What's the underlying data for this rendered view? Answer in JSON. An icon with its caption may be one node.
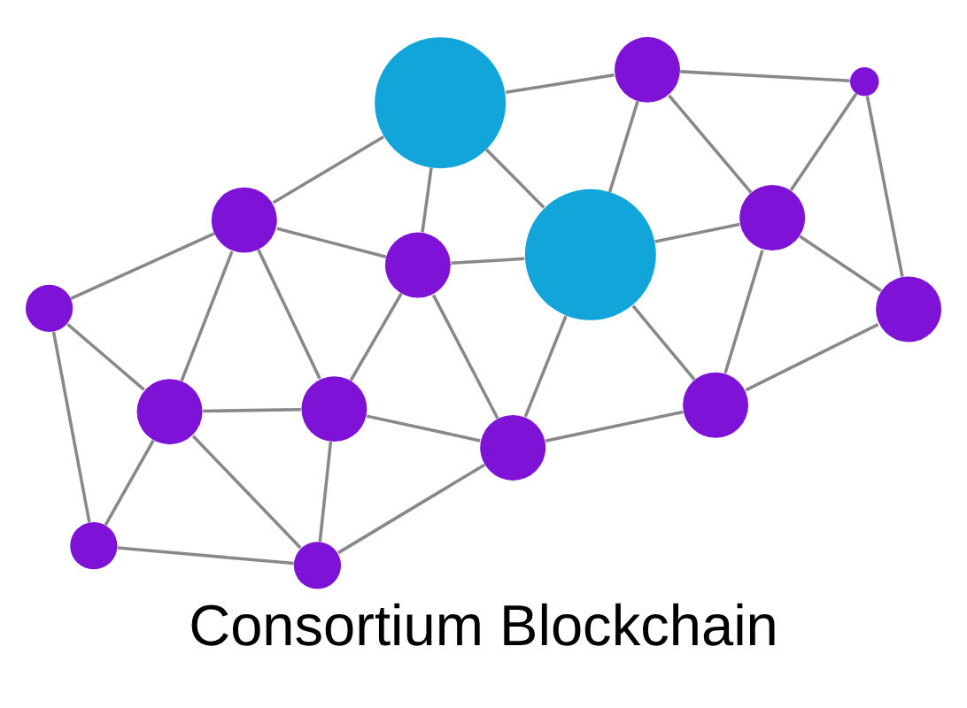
{
  "diagram": {
    "title": "Consortium Blockchain",
    "nodes": [
      {
        "text": [],
        "shape": "circle"
      },
      {
        "text": [],
        "shape": "circle"
      },
      {
        "text": [],
        "shape": "circle"
      },
      {
        "text": [],
        "shape": "circle"
      },
      {
        "text": [],
        "shape": "circle"
      },
      {
        "text": [],
        "shape": "circle"
      },
      {
        "text": [],
        "shape": "circle"
      },
      {
        "text": [],
        "shape": "circle"
      },
      {
        "text": [],
        "shape": "circle"
      },
      {
        "text": [],
        "shape": "circle"
      },
      {
        "text": [],
        "shape": "circle"
      },
      {
        "text": [],
        "shape": "circle"
      },
      {
        "text": [],
        "shape": "circle"
      },
      {
        "text": [],
        "shape": "circle"
      },
      {
        "text": [],
        "shape": "circle"
      }
    ],
    "edges": [
      {
        "from": 0,
        "to": 1,
        "arrow": "none"
      },
      {
        "from": 0,
        "to": 5,
        "arrow": "none"
      },
      {
        "from": 0,
        "to": 10,
        "arrow": "none"
      },
      {
        "from": 1,
        "to": 5,
        "arrow": "none"
      },
      {
        "from": 1,
        "to": 6,
        "arrow": "none"
      },
      {
        "from": 1,
        "to": 2,
        "arrow": "none"
      },
      {
        "from": 2,
        "to": 3,
        "arrow": "none"
      },
      {
        "from": 2,
        "to": 6,
        "arrow": "none"
      },
      {
        "from": 2,
        "to": 7,
        "arrow": "none"
      },
      {
        "from": 2,
        "to": 8,
        "arrow": "none"
      },
      {
        "from": 3,
        "to": 4,
        "arrow": "none"
      },
      {
        "from": 3,
        "to": 8,
        "arrow": "none"
      },
      {
        "from": 3,
        "to": 9,
        "arrow": "none"
      },
      {
        "from": 4,
        "to": 9,
        "arrow": "none"
      },
      {
        "from": 4,
        "to": 13,
        "arrow": "none"
      },
      {
        "from": 5,
        "to": 6,
        "arrow": "none"
      },
      {
        "from": 5,
        "to": 10,
        "arrow": "none"
      },
      {
        "from": 5,
        "to": 11,
        "arrow": "none"
      },
      {
        "from": 6,
        "to": 7,
        "arrow": "none"
      },
      {
        "from": 6,
        "to": 11,
        "arrow": "none"
      },
      {
        "from": 7,
        "to": 8,
        "arrow": "none"
      },
      {
        "from": 7,
        "to": 11,
        "arrow": "none"
      },
      {
        "from": 7,
        "to": 14,
        "arrow": "none"
      },
      {
        "from": 8,
        "to": 9,
        "arrow": "none"
      },
      {
        "from": 8,
        "to": 14,
        "arrow": "none"
      },
      {
        "from": 8,
        "to": 12,
        "arrow": "none"
      },
      {
        "from": 9,
        "to": 12,
        "arrow": "none"
      },
      {
        "from": 9,
        "to": 13,
        "arrow": "none"
      },
      {
        "from": 12,
        "to": 13,
        "arrow": "none"
      },
      {
        "from": 10,
        "to": 11,
        "arrow": "none"
      },
      {
        "from": 11,
        "to": 14,
        "arrow": "none"
      },
      {
        "from": 14,
        "to": 12,
        "arrow": "none"
      }
    ]
  }
}
